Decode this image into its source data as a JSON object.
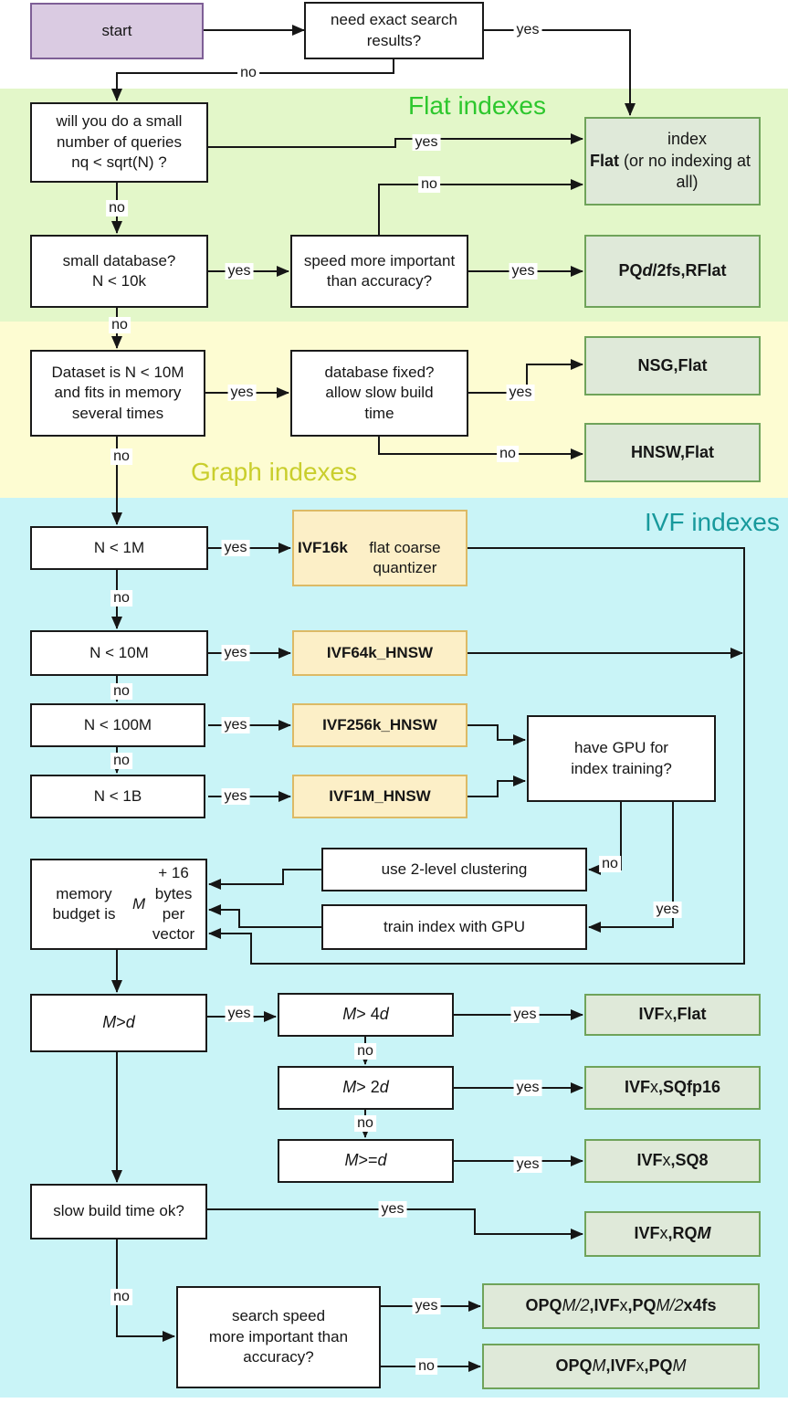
{
  "section_titles": {
    "flat": "Flat indexes",
    "graph": "Graph indexes",
    "ivf": "IVF indexes"
  },
  "edge_labels": {
    "yes": "yes",
    "no": "no"
  },
  "colors": {
    "flat_band": "#e3f7c9",
    "graph_band": "#fdfcd2",
    "ivf_band": "#c9f4f7",
    "flat_title": "#2dc72d",
    "graph_title": "#c9ce2d",
    "ivf_title": "#17999c",
    "start_fill": "#dacbe2",
    "start_border": "#7e5f96",
    "result_fill": "#dfe9d9",
    "result_border": "#6fa35a",
    "ivf_node_fill": "#fcefc7",
    "ivf_node_border": "#dcba66",
    "line": "#161616"
  },
  "nodes": {
    "start": {
      "label": "start"
    },
    "need_exact": {
      "label": "need exact search\nresults?"
    },
    "will_you": {
      "label": "will you do a small\nnumber of queries\nnq < sqrt(N) ?"
    },
    "flat_index": {
      "rich": [
        {
          "t": "Flat",
          "b": true
        },
        {
          "t": " index\n(or no indexing at all)"
        }
      ]
    },
    "small_db": {
      "label": "small database?\nN < 10k"
    },
    "speed": {
      "label": "speed more important\nthan accuracy?"
    },
    "pq": {
      "rich": [
        {
          "t": "PQ",
          "b": true
        },
        {
          "t": "d",
          "b": true,
          "i": true
        },
        {
          "t": "/2fs,RFlat",
          "b": true
        }
      ]
    },
    "dataset": {
      "label": "Dataset is N < 10M\nand fits in memory\nseveral times"
    },
    "db_fixed": {
      "label": "database fixed?\nallow slow build\ntime"
    },
    "nsg": {
      "label": "NSG,Flat"
    },
    "hnsw": {
      "label": "HNSW,Flat"
    },
    "n1m": {
      "label": "N < 1M"
    },
    "ivf16k": {
      "rich": [
        {
          "t": "IVF16k",
          "b": true
        },
        {
          "t": "\nflat coarse quantizer"
        }
      ]
    },
    "n10m": {
      "label": "N < 10M"
    },
    "ivf64k": {
      "label": "IVF64k_HNSW"
    },
    "n100m": {
      "label": "N < 100M"
    },
    "ivf256k": {
      "label": "IVF256k_HNSW"
    },
    "n1b": {
      "label": "N < 1B"
    },
    "ivf1m": {
      "label": "IVF1M_HNSW"
    },
    "have_gpu": {
      "label": "have GPU for\nindex training?"
    },
    "use2level": {
      "label": "use 2-level clustering"
    },
    "train_gpu": {
      "label": "train index with GPU"
    },
    "memory": {
      "rich": [
        {
          "t": "memory budget is\n"
        },
        {
          "t": "M",
          "i": true
        },
        {
          "t": " + 16 bytes\nper vector"
        }
      ]
    },
    "m_d": {
      "rich": [
        {
          "t": "M",
          "i": true
        },
        {
          "t": " > "
        },
        {
          "t": "d",
          "i": true
        }
      ]
    },
    "m_4d": {
      "rich": [
        {
          "t": "M",
          "i": true
        },
        {
          "t": " > 4"
        },
        {
          "t": "d",
          "i": true
        }
      ]
    },
    "m_2d": {
      "rich": [
        {
          "t": "M",
          "i": true
        },
        {
          "t": " > 2"
        },
        {
          "t": "d",
          "i": true
        }
      ]
    },
    "m_ged": {
      "rich": [
        {
          "t": "M",
          "i": true
        },
        {
          "t": " >= "
        },
        {
          "t": "d",
          "i": true
        }
      ]
    },
    "ivfx_flat": {
      "rich": [
        {
          "t": "IVF",
          "b": true
        },
        {
          "t": "x"
        },
        {
          "t": ",Flat",
          "b": true
        }
      ]
    },
    "ivfx_sqfp16": {
      "rich": [
        {
          "t": "IVF",
          "b": true
        },
        {
          "t": "x"
        },
        {
          "t": ",SQfp16",
          "b": true
        }
      ]
    },
    "ivfx_sq8": {
      "rich": [
        {
          "t": "IVF",
          "b": true
        },
        {
          "t": "x"
        },
        {
          "t": ",SQ8",
          "b": true
        }
      ]
    },
    "slow_build": {
      "label": "slow build time ok?"
    },
    "ivfx_rqm": {
      "rich": [
        {
          "t": "IVF",
          "b": true
        },
        {
          "t": "x"
        },
        {
          "t": ",RQ",
          "b": true
        },
        {
          "t": "M",
          "b": true,
          "i": true
        }
      ]
    },
    "search_speed": {
      "label": "search speed\nmore important than\naccuracy?"
    },
    "opq_m2": {
      "rich": [
        {
          "t": "OPQ",
          "b": true
        },
        {
          "t": "M/2",
          "i": true
        },
        {
          "t": ",IVF",
          "b": true
        },
        {
          "t": "x"
        },
        {
          "t": ",PQ",
          "b": true
        },
        {
          "t": "M/2",
          "i": true
        },
        {
          "t": "x4fs",
          "b": true
        }
      ]
    },
    "opq_m": {
      "rich": [
        {
          "t": "OPQ",
          "b": true
        },
        {
          "t": "M",
          "i": true
        },
        {
          "t": ",IVF",
          "b": true
        },
        {
          "t": "x"
        },
        {
          "t": ",PQ",
          "b": true
        },
        {
          "t": "M",
          "i": true
        }
      ]
    }
  }
}
